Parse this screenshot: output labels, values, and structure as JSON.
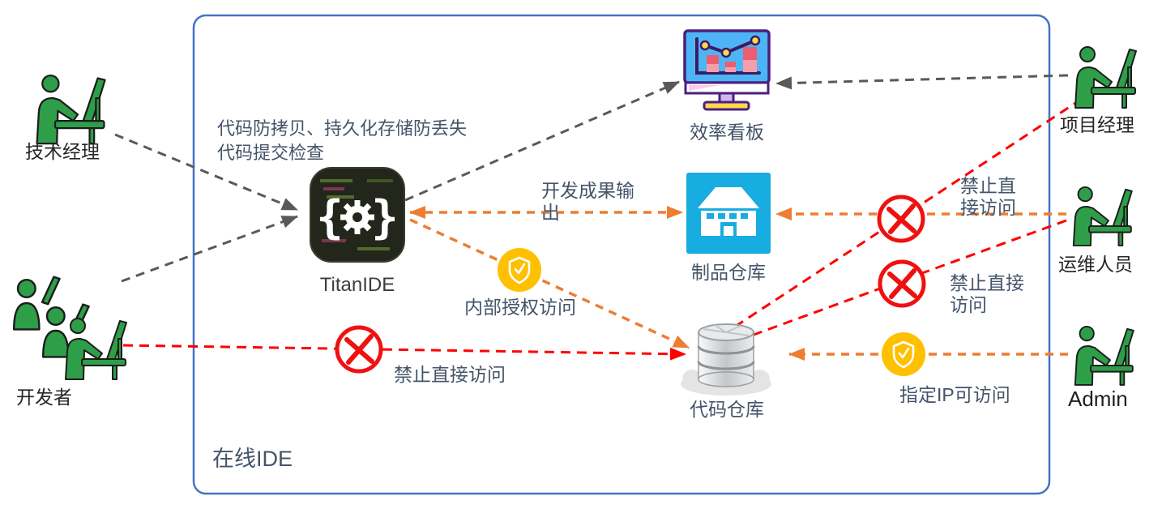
{
  "diagram": {
    "boundary_label": "在线IDE",
    "actors": {
      "tech_manager": {
        "label": "技术经理"
      },
      "developer": {
        "label": "开发者"
      },
      "project_manager": {
        "label": "项目经理"
      },
      "ops_staff": {
        "label": "运维人员"
      },
      "admin": {
        "label": "Admin"
      }
    },
    "components": {
      "titan_ide": {
        "label": "TitanIDE",
        "note_line1": "代码防拷贝、持久化存储防丢失",
        "note_line2": "代码提交检查"
      },
      "dashboard": {
        "label": "效率看板"
      },
      "artifact_repo": {
        "label": "制品仓库"
      },
      "code_repo": {
        "label": "代码仓库"
      }
    },
    "edge_labels": {
      "dev_output": "开发成果输出",
      "internal_auth": "内部授权访问",
      "forbid_direct_dev": "禁止直接访问",
      "forbid_direct_pm": "禁止直接访问",
      "forbid_direct_ops": "禁止直接访问",
      "ip_allow": "指定IP可访问"
    },
    "icons": {
      "person_at_desk": "person-at-desk-icon",
      "developer_group": "developer-group-icon",
      "titan_ide": "titanide-gear-braces-icon",
      "dashboard": "chart-monitor-icon",
      "artifact_repo": "warehouse-icon",
      "code_repo": "database-cloud-icon",
      "forbid": "red-cross-circle-icon",
      "shield": "yellow-shield-check-icon"
    },
    "colors": {
      "boundary_border": "#4472C4",
      "gray_line": "#595959",
      "orange_line": "#ED7D31",
      "red_line": "#FF0000",
      "shield_bg": "#FFC000",
      "note_text": "#44546A",
      "actor_green": "#2E9E49",
      "artifact_blue": "#18ADE0"
    }
  }
}
